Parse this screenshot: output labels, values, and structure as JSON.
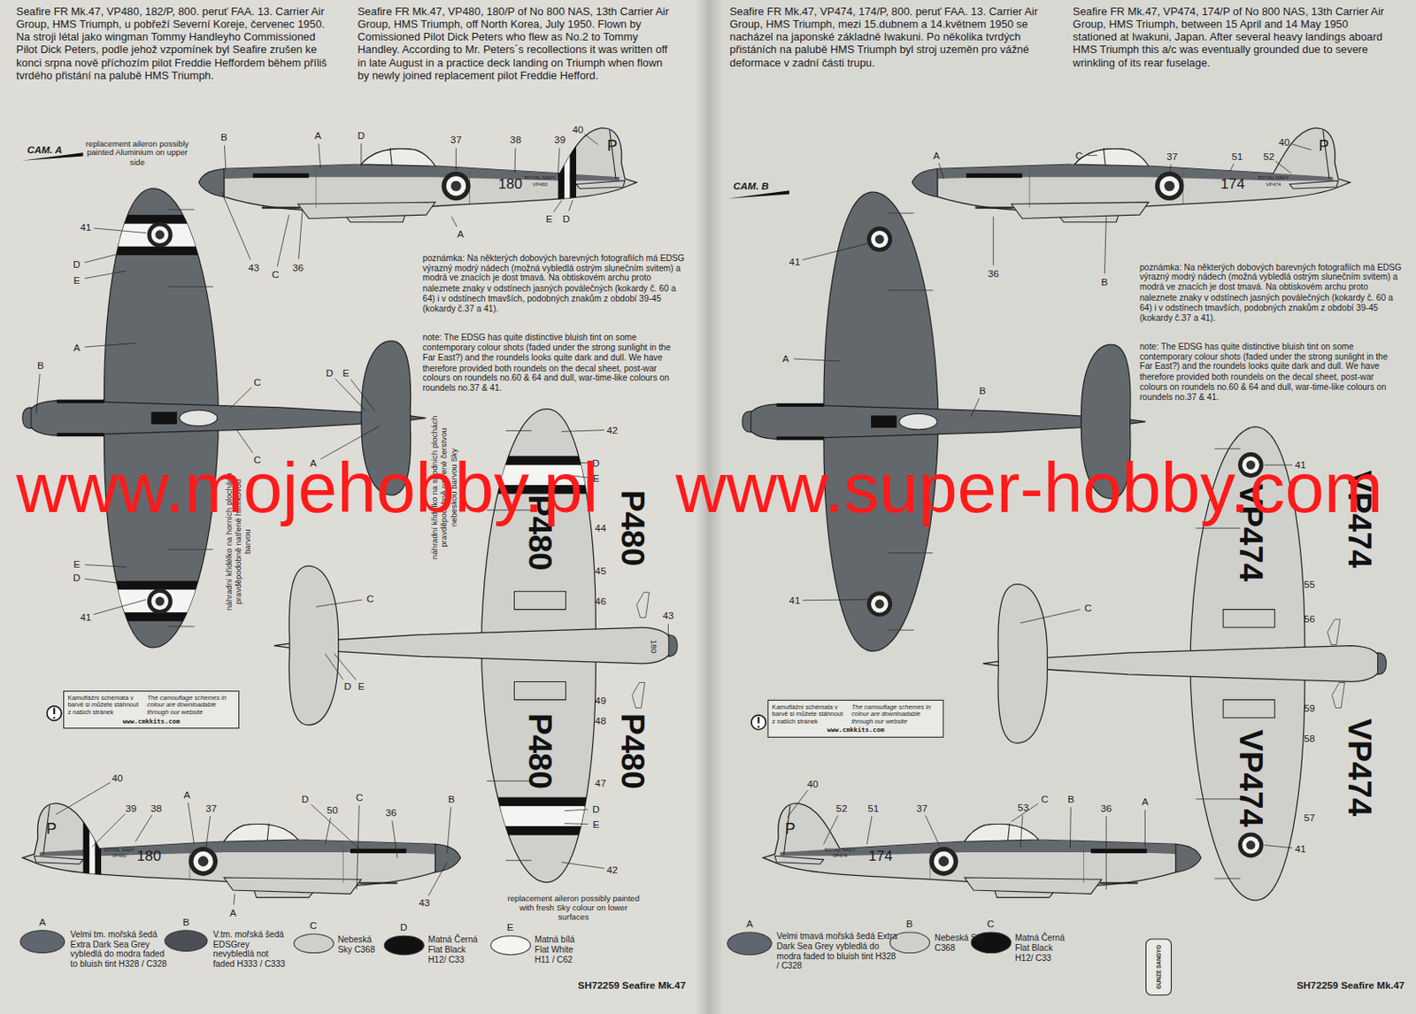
{
  "diagram": {
    "nodes": [
      {
        "text": [
          "Kamuflážní schémata v barvě si můžete stáhnout z našich stránek",
          "The camouflage schemes in colour are downloadable through our website",
          "www.cmkkits.com"
        ]
      },
      {
        "text": [
          "Kamuflážní schémata v barvě si můžete stáhnout z našich stránek",
          "The camouflage schemes in colour are downloadable through our website",
          "www.cmkkits.com"
        ]
      }
    ],
    "labels": [
      "Seafire FR Mk.47, VP480, 182/P, 800. peruť FAA. 13. Carrier Air Group, HMS Triumph, u pobřeží Severní Koreje, červenec 1950. Na stroji létal jako wingman Tommy Handleyho Commissioned Pilot Dick Peters, podle jehož vzpomínek byl Seafire zrušen ke konci srpna nově příchozím pilot Freddie Heffordem během příliš tvrdého přistání na palubě HMS Triumph.",
      "Seafire FR Mk.47, VP480, 180/P of No 800 NAS, 13th Carrier Air Group, HMS Triumph, off North Korea, July 1950. Flown by Comissioned Pilot Dick Peters who flew as No.2 to Tommy Handley. According to Mr. Peters´s recollections it was written off in late August in a practice deck landing on Triumph when flown by newly joined replacement pilot Freddie Hefford.",
      "Seafire FR Mk.47, VP474, 174/P, 800. peruť FAA. 13. Carrier Air Group, HMS Triumph, mezi 15.dubnem a 14.květnem 1950 se nacházel na japonské základně Iwakuni. Po několika tvrdých přistáních na palubě HMS Triumph byl stroj uzeměn pro vážné deformace v zadní části trupu.",
      "Seafire FR Mk.47, VP474, 174/P of No 800 NAS, 13th Carrier Air Group, HMS Triumph, between 15 April and 14 May 1950 stationed at Iwakuni, Japan. After several heavy landings aboard HMS Triumph this a/c was eventually grounded due to severe wrinkling of its rear fuselage.",
      "CAM. A",
      "CAM. B",
      "replacement aileron possibly painted Aluminium on upper side",
      "poznámka: Na některých dobových barevných fotografiích má EDSG výrazný modrý nádech (možná vybledlá ostrým slunečním svitem) a modrá ve znacích je dost tmavá. Na obtiskovém archu proto naleznete znaky v odstínech jasných poválečných (kokardy č. 60 a 64) i v odstínech tmavších, podobných znakům z období 39-45 (kokardy č.37 a 41).",
      "note: The EDSG has quite distinctive bluish tint on some contemporary colour shots (faded under the strong sunlight in the Far East?) and the roundels looks quite dark and dull. We have therefore provided both roundels on the decal sheet, post-war colours on roundels no.60 & 64 and dull, war-time-like colours on roundels no.37 & 41.",
      "poznámka: Na některých dobových barevných fotografiích má EDSG výrazný modrý nádech (možná vybledlá ostrým slunečním svitem) a modrá ve znacích je dost tmavá. Na obtiskovém archu proto naleznete znaky v odstínech jasných poválečných (kokardy č. 60 a 64) i v odstínech tmavších, podobných znakům z období 39-45 (kokardy č.37 a 41).",
      "note: The EDSG has quite distinctive bluish tint on some contemporary colour shots (faded under the strong sunlight in the Far East?) and the roundels looks quite dark and dull. We have therefore provided both roundels on the decal sheet, post-war colours on roundels no.60 & 64 and dull, war-time-like colours on roundels no.37 & 41.",
      "náhradní křidélko na horních plochách pravděpodobně natřené hliníkovou barvou",
      "náhradní křidélko na spodních plochách pravděpodobně natřené čerstvou nebeskou barvou Sky",
      "replacement aileron possibly painted with fresh Sky colour on lower surfaces",
      "www.mojehobby.pl",
      "www.super-hobby.com",
      "SH72259 Seafire Mk.47",
      "SH72259 Seafire Mk.47",
      "GUNZE SANGYO",
      "180",
      "P",
      "ROYAL NAVY",
      "VP480",
      "P480",
      "P480",
      "P480",
      "P480",
      "180",
      "P",
      "180",
      "ROYAL NAVY",
      "VP480",
      "P",
      "174",
      "ROYAL NAVY",
      "VP474",
      "VP474",
      "VP474",
      "VP474",
      "VP474",
      "P",
      "174",
      "ROYAL NAVY",
      "VP474",
      "B",
      "A",
      "D",
      "37",
      "38",
      "39",
      "40",
      "E",
      "D",
      "A",
      "43",
      "C",
      "36",
      "41",
      "D",
      "E",
      "A",
      "B",
      "C",
      "D",
      "E",
      "C",
      "A",
      "E",
      "D",
      "41",
      "42",
      "D",
      "E",
      "44",
      "45",
      "46",
      "C",
      "43",
      "D",
      "E",
      "49",
      "48",
      "47",
      "D",
      "E",
      "42",
      "40",
      "39",
      "38",
      "A",
      "37",
      "D",
      "50",
      "C",
      "36",
      "B",
      "A",
      "43",
      "A",
      "B",
      "C",
      "D",
      "E",
      "A",
      "C",
      "37",
      "51",
      "52",
      "40",
      "36",
      "B",
      "41",
      "A",
      "B",
      "41",
      "41",
      "55",
      "56",
      "C",
      "59",
      "58",
      "57",
      "41",
      "40",
      "52",
      "51",
      "37",
      "53",
      "C",
      "B",
      "36",
      "A",
      "A",
      "B",
      "C"
    ],
    "legend": [
      {
        "text": "Velmi tm. mořská šedá Extra Dark Sea Grey vybledlá do modra faded to bluish tint H328 / C328",
        "color": "#5f6670"
      },
      {
        "text": "V.tm. mořská šedá EDSGrey nevybledlá not faded H333 / C333",
        "color": "#4b4f55"
      },
      {
        "text": "Nebeská Sky C368",
        "color": "#cfd0cb"
      },
      {
        "text": "Matná Černá Flat Black H12/ C33",
        "color": "#111111"
      },
      {
        "text": "Matná bílá Flat White H11 / C62",
        "color": "#f4f4f2"
      },
      {
        "text": "Velmi tmavá mořská šedá Extra Dark Sea Grey vybledlá do modra faded to bluish tint H328 / C328",
        "color": "#5f6670"
      },
      {
        "text": "Nebeská Sky C368",
        "color": "#cfd0cb"
      },
      {
        "text": "Matná Černá Flat Black H12/ C33",
        "color": "#111111"
      }
    ]
  }
}
